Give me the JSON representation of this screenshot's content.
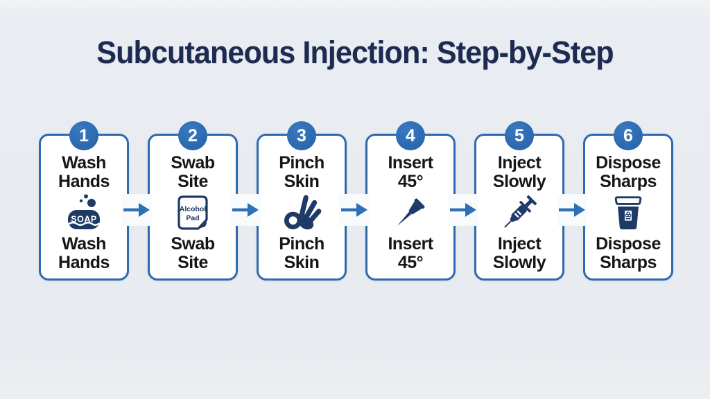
{
  "title": "Subcutaneous Injection: Step-by-Step",
  "colors": {
    "background": "#e9ecf0",
    "card_background": "#ffffff",
    "card_border_blue": "#2d6ab0",
    "badge_blue": "#2d6cb3",
    "arrow_blue": "#2e70b6",
    "icon_navy": "#1e3a66",
    "title_navy": "#1d2b52",
    "label_black": "#161616"
  },
  "steps": [
    {
      "number": "1",
      "label_line1": "Wash",
      "label_line2": "Hands",
      "icon": "soap-bar-icon",
      "icon_text": "SOAP"
    },
    {
      "number": "2",
      "label_line1": "Swab",
      "label_line2": "Site",
      "icon": "alcohol-pad-icon",
      "icon_text_line1": "Alcohol",
      "icon_text_line2": "Pad"
    },
    {
      "number": "3",
      "label_line1": "Pinch",
      "label_line2": "Skin",
      "icon": "pinch-hand-icon"
    },
    {
      "number": "4",
      "label_line1": "Insert",
      "label_line2": "45°",
      "icon": "needle-45-icon"
    },
    {
      "number": "5",
      "label_line1": "Inject",
      "label_line2": "Slowly",
      "icon": "syringe-icon"
    },
    {
      "number": "6",
      "label_line1": "Dispose",
      "label_line2": "Sharps",
      "icon": "sharps-container-icon"
    }
  ]
}
